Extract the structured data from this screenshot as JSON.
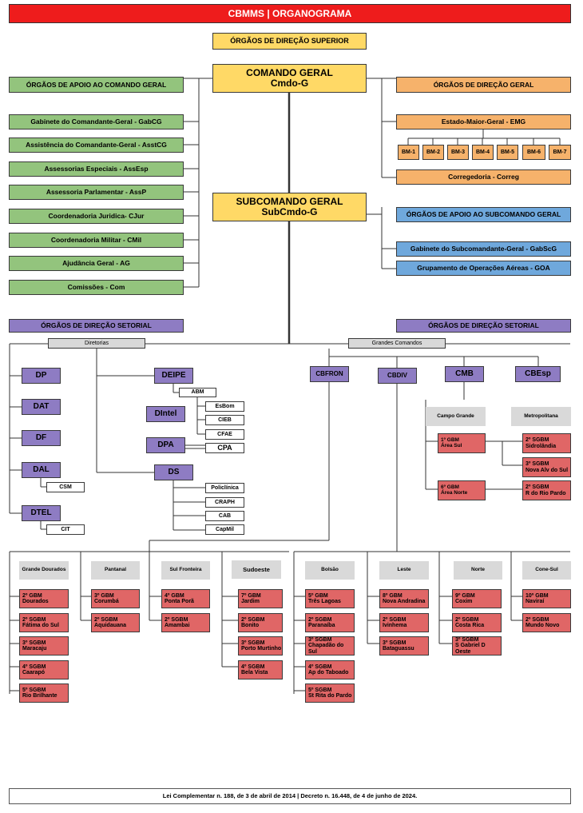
{
  "title": "CBMMS | ORGANOGRAMA",
  "nodes": {
    "odsup": "ÓRGÃOS DE DIREÇÃO SUPERIOR",
    "cg_line1": "COMANDO GERAL",
    "cg_line2": "Cmdo-G",
    "scg_line1": "SUBCOMANDO GERAL",
    "scg_line2": "SubCmdo-G",
    "apoio_cg": "ÓRGÃOS DE APOIO AO COMANDO GERAL",
    "green_items": [
      "Gabinete do Comandante-Geral - GabCG",
      "Assistência do Comandante-Geral - AsstCG",
      "Assessorias Especiais - AssEsp",
      "Assessoria Parlamentar - AssP",
      "Coordenadoria Juridica- CJur",
      "Coordenadoria Militar - CMil",
      "Ajudância Geral - AG",
      "Comissões - Com"
    ],
    "dir_geral": "ÓRGÃOS DE DIREÇÃO GERAL",
    "emg": "Estado-Maior-Geral - EMG",
    "bm": [
      "BM-1",
      "BM-2",
      "BM-3",
      "BM-4",
      "BM-5",
      "BM-6",
      "BM-7"
    ],
    "correg": "Corregedoria - Correg",
    "apoio_scg": "ÓRGÃOS DE APOIO AO SUBCOMANDO GERAL",
    "gabscg": "Gabinete do Subcomandante-Geral - GabScG",
    "goa": "Grupamento de Operações Aéreas - GOA",
    "setorial_left": "ÓRGÃOS DE DIREÇÃO SETORIAL",
    "setorial_right": "ÓRGÃOS DE DIREÇÃO SETORIAL",
    "diretorias": "Diretorias",
    "grandes_comandos": "Grandes Comandos",
    "dp": "DP",
    "dat": "DAT",
    "df": "DF",
    "dal": "DAL",
    "dtel": "DTEL",
    "csm": "CSM",
    "cit": "CIT",
    "deipe": "DEIPE",
    "abm": "ABM",
    "esbom": "EsBom",
    "cieb": "CIEB",
    "cfae": "CFAE",
    "dintel": "DIntel",
    "dpa": "DPA",
    "cpa": "CPA",
    "ds": "DS",
    "policlinica": "Policlínica",
    "craph": "CRAPH",
    "cab": "CAB",
    "capmil": "CapMil",
    "cbfron": "CBFRON",
    "cbdiv": "CBDIV",
    "cmb": "CMB",
    "cbesp": "CBEsp",
    "campo_grande": "Campo Grande",
    "metropolitana": "Metropolitana",
    "cg_1gbm": [
      "1º GBM",
      "Área Sul"
    ],
    "cg_6gbm": [
      "6º GBM",
      "Área Norte"
    ],
    "met_2sgbm_a": [
      "2º SGBM",
      "Sidrolândia"
    ],
    "met_3sgbm": [
      "3º SGBM",
      "Nova Alv do Sul"
    ],
    "met_2sgbm_b": [
      "2º SGBM",
      "R do Rio Pardo"
    ],
    "regions": [
      "Grande Dourados",
      "Pantanal",
      "Sul Fronteira",
      "Sudoeste",
      "Bolsão",
      "Leste",
      "Norte",
      "Cone-Sul"
    ],
    "units": {
      "dourados": [
        [
          "2º GBM",
          "Dourados"
        ],
        [
          "2º SGBM",
          "Fátima do Sul"
        ],
        [
          "3º SGBM",
          "Maracaju"
        ],
        [
          "4º SGBM",
          "Caarapó"
        ],
        [
          "5º SGBM",
          "Rio Brilhante"
        ]
      ],
      "pantanal": [
        [
          "3º GBM",
          "Corumbá"
        ],
        [
          "2º SGBM",
          "Aquidauana"
        ]
      ],
      "fronteira": [
        [
          "4º GBM",
          "Ponta Porã"
        ],
        [
          "2º SGBM",
          "Amambai"
        ]
      ],
      "sudoeste": [
        [
          "7º GBM",
          "Jardim"
        ],
        [
          "2º SGBM",
          "Bonito"
        ],
        [
          "3º SGBM",
          "Porto Murtinho"
        ],
        [
          "4º SGBM",
          "Bela Vista"
        ]
      ],
      "bolsao": [
        [
          "5º GBM",
          "Três Lagoas"
        ],
        [
          "2º SGBM",
          "Paranaíba"
        ],
        [
          "3º SGBM",
          "Chapadão do Sul"
        ],
        [
          "4º SGBM",
          "Ap do Taboado"
        ],
        [
          "5º SGBM",
          "St Rita do Pardo"
        ]
      ],
      "leste": [
        [
          "8º GBM",
          "Nova Andradina"
        ],
        [
          "2º SGBM",
          "Ivinhema"
        ],
        [
          "3º SGBM",
          "Bataguassu"
        ]
      ],
      "norte": [
        [
          "9º GBM",
          "Coxim"
        ],
        [
          "2º SGBM",
          "Costa Rica"
        ],
        [
          "3º SGBM",
          "S Gabriel D Oeste"
        ]
      ],
      "conesul": [
        [
          "10º GBM",
          "Naviraí"
        ],
        [
          "2º SGBM",
          "Mundo Novo"
        ]
      ]
    }
  },
  "footer": "Lei Complementar n. 188, de 3 de abril de 2014 | Decreto n. 16.448, de 4 de junho de 2024."
}
